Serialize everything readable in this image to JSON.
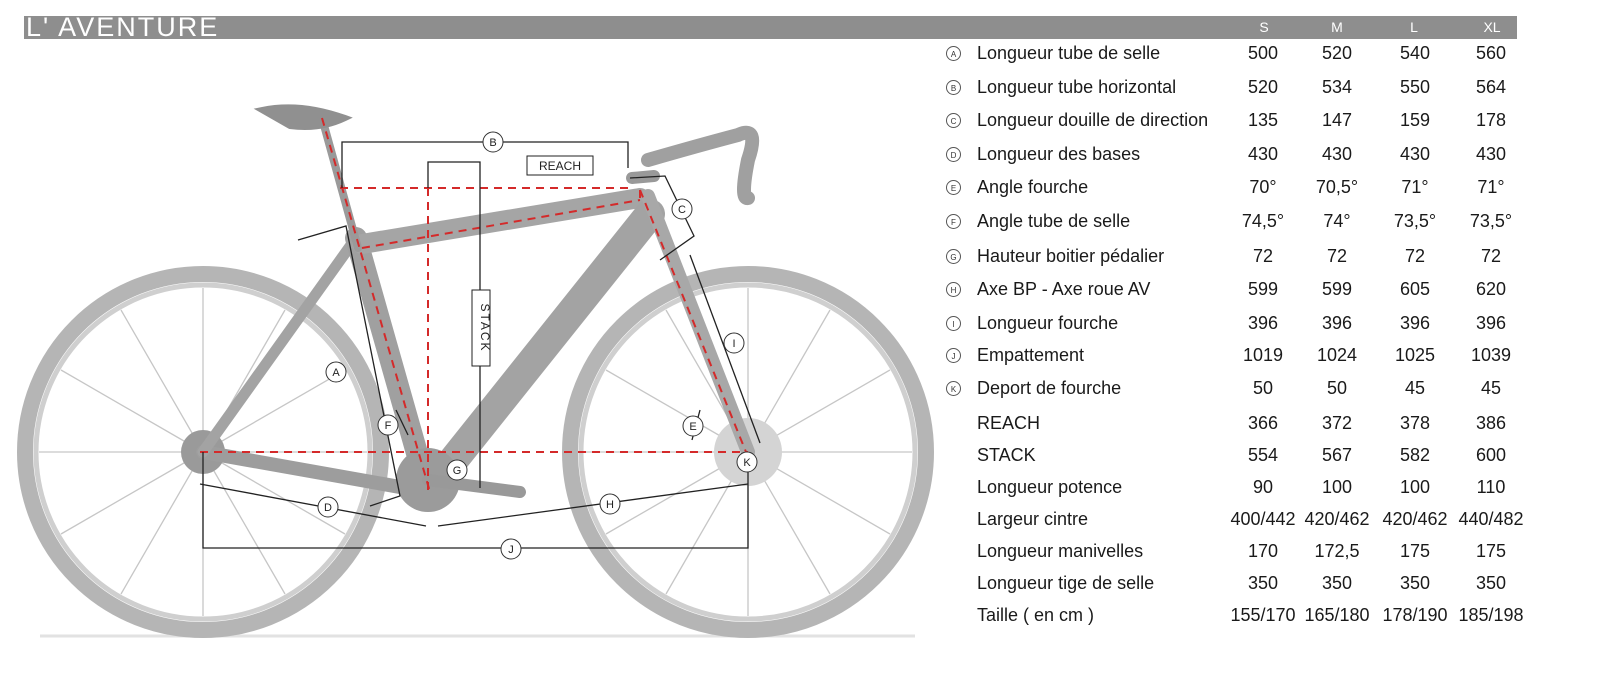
{
  "title": "L' AVENTURE",
  "sizes": [
    "S",
    "M",
    "L",
    "XL"
  ],
  "colors": {
    "header_bar": "#8e8e8e",
    "dimension_lines": "#d42a2a",
    "bike": "#a9a9a9"
  },
  "diagram_labels": {
    "A": "A",
    "B": "B",
    "C": "C",
    "D": "D",
    "E": "E",
    "F": "F",
    "G": "G",
    "H": "H",
    "I": "I",
    "J": "J",
    "K": "K",
    "reach": "REACH",
    "stack": "STACK"
  },
  "rows": [
    {
      "letter": "A",
      "label": "Longueur tube de selle",
      "values": [
        "500",
        "520",
        "540",
        "560"
      ]
    },
    {
      "letter": "B",
      "label": "Longueur tube horizontal",
      "values": [
        "520",
        "534",
        "550",
        "564"
      ]
    },
    {
      "letter": "C",
      "label": "Longueur douille de direction",
      "values": [
        "135",
        "147",
        "159",
        "178"
      ]
    },
    {
      "letter": "D",
      "label": "Longueur des bases",
      "values": [
        "430",
        "430",
        "430",
        "430"
      ]
    },
    {
      "letter": "E",
      "label": "Angle fourche",
      "values": [
        "70°",
        "70,5°",
        "71°",
        "71°"
      ]
    },
    {
      "letter": "F",
      "label": "Angle tube de selle",
      "values": [
        "74,5°",
        "74°",
        "73,5°",
        "73,5°"
      ]
    },
    {
      "letter": "G",
      "label": "Hauteur boitier pédalier",
      "values": [
        "72",
        "72",
        "72",
        "72"
      ]
    },
    {
      "letter": "H",
      "label": "Axe BP - Axe roue AV",
      "values": [
        "599",
        "599",
        "605",
        "620"
      ]
    },
    {
      "letter": "I",
      "label": "Longueur fourche",
      "values": [
        "396",
        "396",
        "396",
        "396"
      ]
    },
    {
      "letter": "J",
      "label": "Empattement",
      "values": [
        "1019",
        "1024",
        "1025",
        "1039"
      ]
    },
    {
      "letter": "K",
      "label": "Deport de fourche",
      "values": [
        "50",
        "50",
        "45",
        "45"
      ]
    },
    {
      "letter": "",
      "label": "REACH",
      "values": [
        "366",
        "372",
        "378",
        "386"
      ]
    },
    {
      "letter": "",
      "label": "STACK",
      "values": [
        "554",
        "567",
        "582",
        "600"
      ]
    },
    {
      "letter": "",
      "label": "Longueur potence",
      "values": [
        "90",
        "100",
        "100",
        "110"
      ]
    },
    {
      "letter": "",
      "label": "Largeur cintre",
      "values": [
        "400/442",
        "420/462",
        "420/462",
        "440/482"
      ]
    },
    {
      "letter": "",
      "label": "Longueur manivelles",
      "values": [
        "170",
        "172,5",
        "175",
        "175"
      ]
    },
    {
      "letter": "",
      "label": "Longueur tige de selle",
      "values": [
        "350",
        "350",
        "350",
        "350"
      ]
    },
    {
      "letter": "",
      "label": "Taille ( en cm )",
      "values": [
        "155/170",
        "165/180",
        "178/190",
        "185/198"
      ]
    }
  ]
}
